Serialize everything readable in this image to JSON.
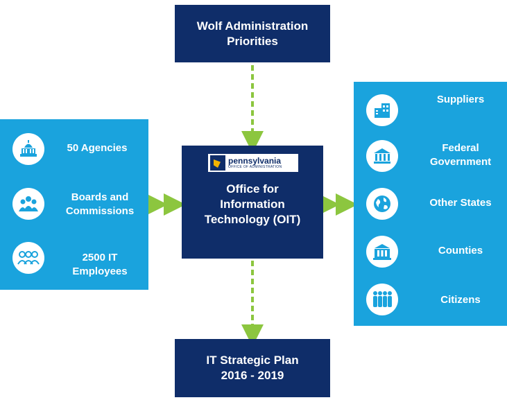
{
  "top": {
    "line1": "Wolf Administration",
    "line2": "Priorities"
  },
  "center": {
    "logo": {
      "name": "pennsylvania",
      "subtitle": "OFFICE OF ADMINISTRATION"
    },
    "line1": "Office for",
    "line2": "Information",
    "line3": "Technology  (OIT)"
  },
  "bottom": {
    "line1": "IT Strategic Plan",
    "line2": "2016 - 2019"
  },
  "left_panel": {
    "items": [
      {
        "line1": "50 Agencies",
        "line2": "",
        "icon": "capitol-icon"
      },
      {
        "line1": "Boards and",
        "line2": "Commissions",
        "icon": "group-icon"
      },
      {
        "line1": "2500 IT",
        "line2": "Employees",
        "icon": "employees-icon"
      }
    ]
  },
  "right_panel": {
    "items": [
      {
        "line1": "Suppliers",
        "line2": "",
        "icon": "buildings-icon"
      },
      {
        "line1": "Federal",
        "line2": "Government",
        "icon": "federal-building-icon"
      },
      {
        "line1": "Other States",
        "line2": "",
        "icon": "globe-icon"
      },
      {
        "line1": "Counties",
        "line2": "",
        "icon": "courthouse-icon"
      },
      {
        "line1": "Citizens",
        "line2": "",
        "icon": "citizens-icon"
      }
    ]
  },
  "colors": {
    "navy": "#0f2d69",
    "cyan": "#1aa3dd",
    "arrow": "#8cc63f"
  }
}
